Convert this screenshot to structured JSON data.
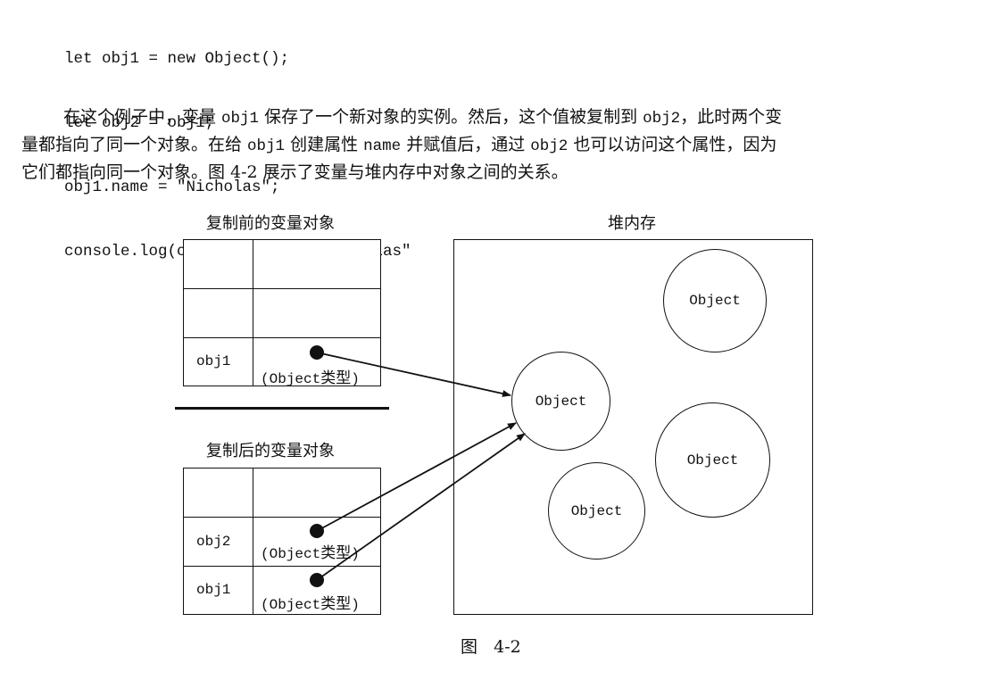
{
  "code_lines": [
    "let obj1 = new Object();",
    "let obj2 = obj1;",
    "obj1.name = \"Nicholas\";",
    "console.log(obj2.name); // \"Nicholas\""
  ],
  "paragraph": {
    "l1": {
      "a": "在这个例子中，变量 ",
      "b": "obj1",
      "c": " 保存了一个新对象的实例。然后，这个值被复制到 ",
      "d": "obj2",
      "e": "，此时两个变"
    },
    "l2": {
      "a": "量都指向了同一个对象。在给 ",
      "b": "obj1",
      "c": " 创建属性 ",
      "d": "name",
      "e": " 并赋值后，通过 ",
      "f": "obj2",
      "g": " 也可以访问这个属性，因为"
    },
    "l3": {
      "a": "它们都指向同一个对象。图 4-2 展示了变量与堆内存中对象之间的关系。"
    }
  },
  "diagram": {
    "before_caption": "复制前的变量对象",
    "after_caption": "复制后的变量对象",
    "heap_caption": "堆内存",
    "before_rows": [
      {
        "label": "",
        "value_prefix": "",
        "value_cjk": "",
        "value_suffix": ""
      },
      {
        "label": "",
        "value_prefix": "",
        "value_cjk": "",
        "value_suffix": ""
      },
      {
        "label": "obj1",
        "value_prefix": "(Object",
        "value_cjk": "类型",
        "value_suffix": ")"
      }
    ],
    "after_rows": [
      {
        "label": "",
        "value_prefix": "",
        "value_cjk": "",
        "value_suffix": ""
      },
      {
        "label": "obj2",
        "value_prefix": "(Object",
        "value_cjk": "类型",
        "value_suffix": ")"
      },
      {
        "label": "obj1",
        "value_prefix": "(Object",
        "value_cjk": "类型",
        "value_suffix": ")"
      }
    ],
    "heap_objects": [
      "Object",
      "Object",
      "Object",
      "Object"
    ]
  },
  "figure_caption": "图   4-2"
}
